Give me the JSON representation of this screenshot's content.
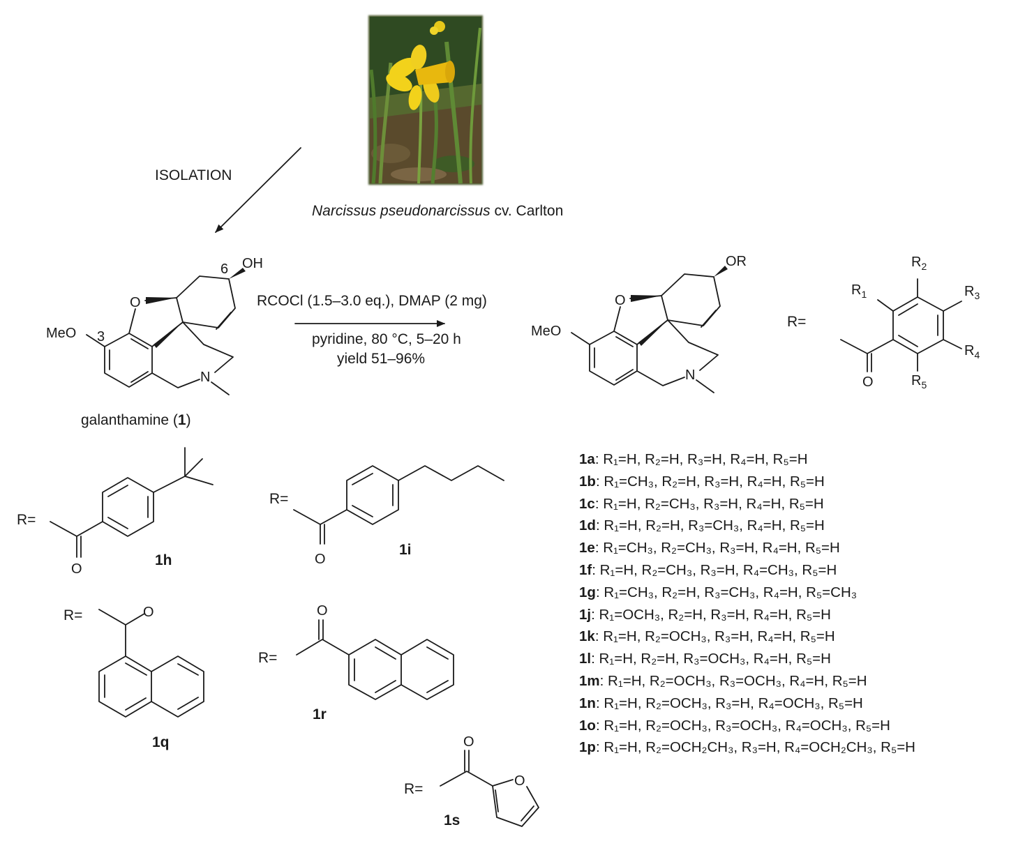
{
  "isolation_label": "ISOLATION",
  "plant": {
    "name_italic_1": "Narcissus pseudonarcissu",
    "name_italic_2": "s",
    "name_rest": " cv. Carlton",
    "photo_description_icon": "daffodil-photo"
  },
  "reaction": {
    "reagents": "RCOCl (1.5–3.0 eq.), DMAP (2 mg)",
    "conditions": "pyridine, 80 °C, 5–20 h",
    "yield": "yield 51–96%"
  },
  "galanthamine": {
    "name": "galanthamine (",
    "number": "1",
    "close": ")",
    "atoms": {
      "oh": "OH",
      "o_ring": "O",
      "meo": "MeO",
      "n": "N",
      "pos6": "6",
      "pos3": "3"
    }
  },
  "product": {
    "atoms": {
      "or": "OR",
      "o_ring": "O",
      "meo": "MeO",
      "n": "N"
    },
    "r_eq": "R=",
    "substituents": {
      "r1": "R",
      "r2": "R",
      "r3": "R",
      "r4": "R",
      "r5": "R",
      "o": "O",
      "s1": "1",
      "s2": "2",
      "s3": "3",
      "s4": "4",
      "s5": "5"
    }
  },
  "extra_compounds": [
    {
      "id": "1h",
      "r_eq": "R=",
      "o": "O"
    },
    {
      "id": "1i",
      "r_eq": "R=",
      "o": "O"
    },
    {
      "id": "1q",
      "r_eq": "R=",
      "o": "O"
    },
    {
      "id": "1r",
      "r_eq": "R=",
      "o": "O"
    },
    {
      "id": "1s",
      "r_eq": "R=",
      "o": "O",
      "ring_o": "O"
    }
  ],
  "derivatives": [
    {
      "id": "1a",
      "text": ": R₁=H, R₂=H, R₃=H, R₄=H, R₅=H"
    },
    {
      "id": "1b",
      "text": ": R₁=CH₃, R₂=H, R₃=H, R₄=H, R₅=H"
    },
    {
      "id": "1c",
      "text": ": R₁=H, R₂=CH₃, R₃=H, R₄=H, R₅=H"
    },
    {
      "id": "1d",
      "text": ": R₁=H, R₂=H, R₃=CH₃, R₄=H, R₅=H"
    },
    {
      "id": "1e",
      "text": ": R₁=CH₃, R₂=CH₃, R₃=H, R₄=H, R₅=H"
    },
    {
      "id": "1f",
      "text": ": R₁=H, R₂=CH₃, R₃=H, R₄=CH₃, R₅=H"
    },
    {
      "id": "1g",
      "text": ": R₁=CH₃, R₂=H, R₃=CH₃, R₄=H, R₅=CH₃"
    },
    {
      "id": "1j",
      "text": ": R₁=OCH₃, R₂=H, R₃=H, R₄=H, R₅=H"
    },
    {
      "id": "1k",
      "text": ": R₁=H, R₂=OCH₃, R₃=H, R₄=H, R₅=H"
    },
    {
      "id": "1l",
      "text": ": R₁=H, R₂=H, R₃=OCH₃, R₄=H, R₅=H"
    },
    {
      "id": "1m",
      "text": ": R₁=H, R₂=OCH₃, R₃=OCH₃, R₄=H, R₅=H"
    },
    {
      "id": "1n",
      "text": ": R₁=H, R₂=OCH₃, R₃=H, R₄=OCH₃, R₅=H"
    },
    {
      "id": "1o",
      "text": ": R₁=H, R₂=OCH₃, R₃=OCH₃, R₄=OCH₃, R₅=H"
    },
    {
      "id": "1p",
      "text": ": R₁=H, R₂=OCH₂CH₃, R₃=H, R₄=OCH₂CH₃, R₅=H"
    }
  ],
  "colors": {
    "ink": "#1a1a1a",
    "leaf": "#3f6b2a",
    "petal": "#f2d21b",
    "trumpet": "#e8b80e",
    "soil": "#4a3b25"
  }
}
